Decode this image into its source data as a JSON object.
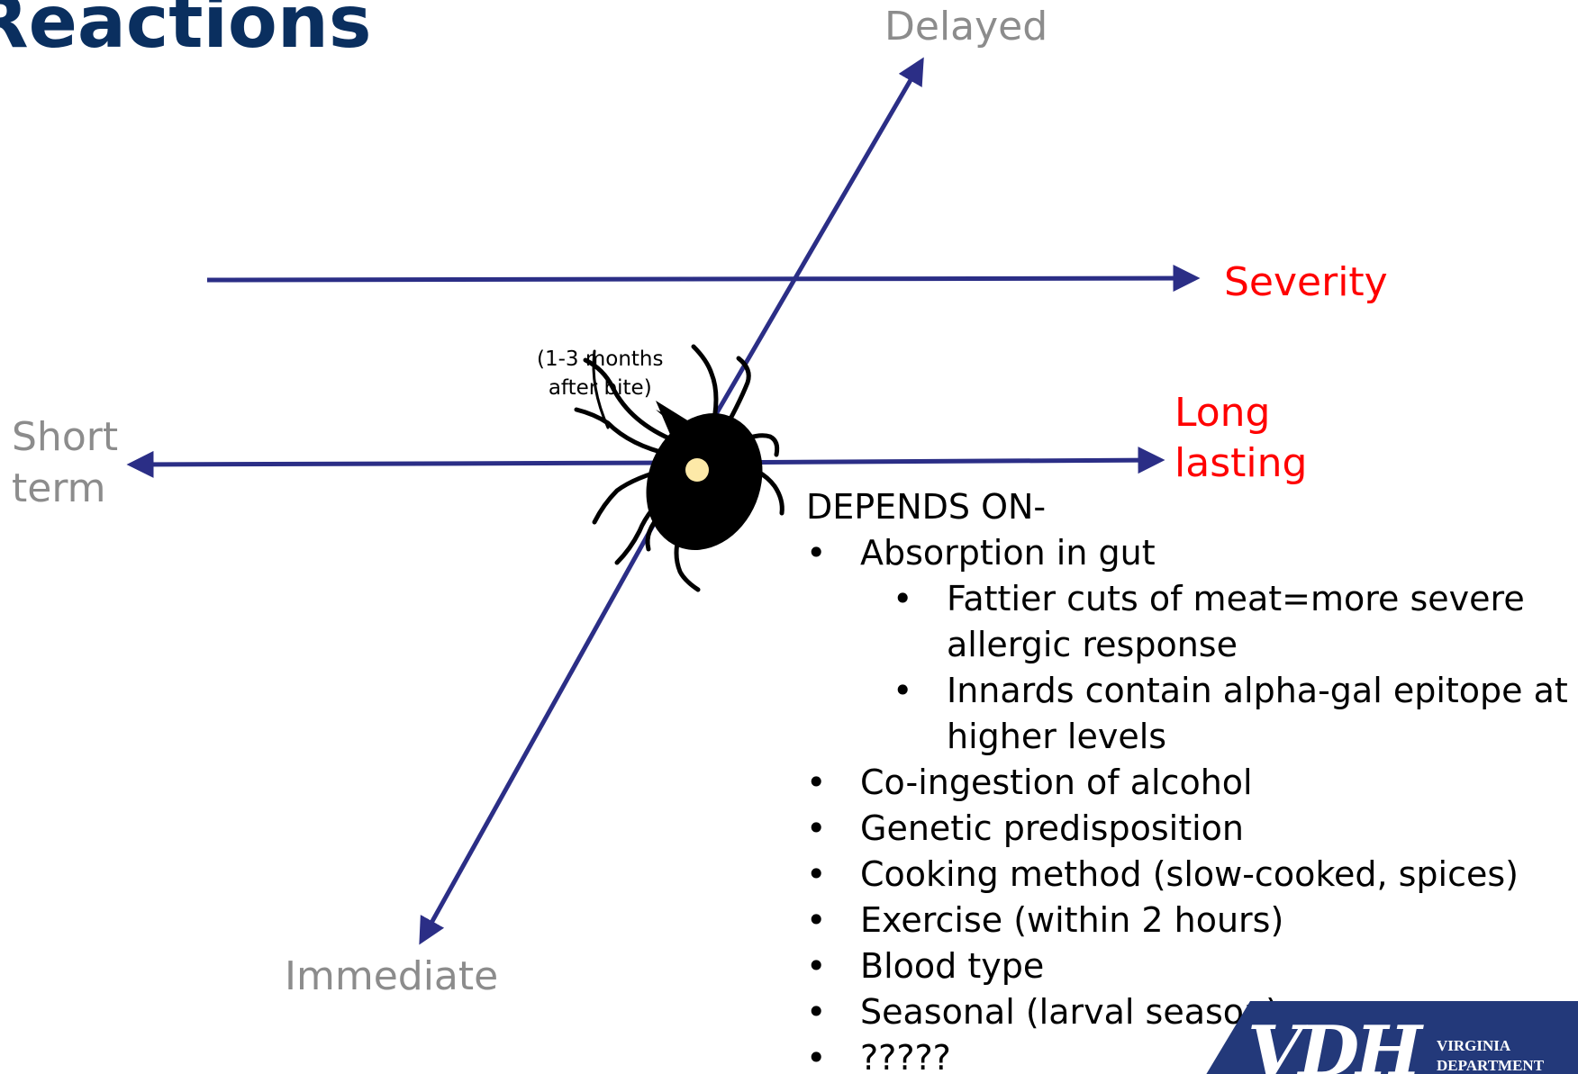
{
  "title": "Reactions",
  "axes": {
    "top": "Delayed",
    "bottom": "Immediate",
    "left_line1": "Short",
    "left_line2": "term",
    "severity": "Severity",
    "right_line1": "Long",
    "right_line2": "lasting"
  },
  "note": {
    "line1": "(1-3 months",
    "line2": "after bite)"
  },
  "depends": {
    "heading": "DEPENDS ON-",
    "bullet": "•",
    "items": [
      "Absorption in gut",
      "Co-ingestion of alcohol",
      "Genetic predisposition",
      "Cooking method (slow-cooked, spices)",
      "Exercise (within 2 hours)",
      "Blood type",
      "Seasonal (larval season)",
      "?????"
    ],
    "subitems": [
      "Fattier cuts of meat=more severe allergic response",
      "Innards contain alpha-gal epitope at higher levels"
    ]
  },
  "logo": {
    "mark": "VDH",
    "line1": "VIRGINIA",
    "line2": "DEPARTMENT"
  },
  "colors": {
    "arrow": "#2b2e86",
    "title": "#0a2f5f",
    "axis_label": "#8c8c8c",
    "highlight": "#ff0000",
    "logo_bg": "#23397a"
  }
}
